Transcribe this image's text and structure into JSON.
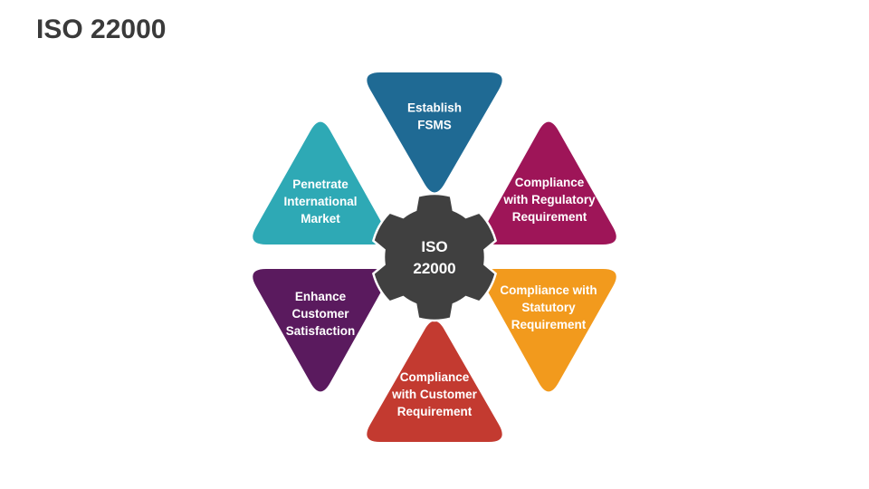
{
  "slide": {
    "title": "ISO 22000"
  },
  "center": {
    "lines": [
      "ISO",
      "22000"
    ],
    "color": "#404040"
  },
  "segments": [
    {
      "id": "establish-fsms",
      "lines": [
        "Establish",
        "FSMS"
      ],
      "color": "#1f6a94"
    },
    {
      "id": "compliance-regulatory",
      "lines": [
        "Compliance",
        "with Regulatory",
        "Requirement"
      ],
      "color": "#9e1558"
    },
    {
      "id": "compliance-statutory",
      "lines": [
        "Compliance with",
        "Statutory",
        "Requirement"
      ],
      "color": "#f29a1d"
    },
    {
      "id": "compliance-customer",
      "lines": [
        "Compliance",
        "with Customer",
        "Requirement"
      ],
      "color": "#c33a30"
    },
    {
      "id": "enhance-customer-satisfaction",
      "lines": [
        "Enhance",
        "Customer",
        "Satisfaction"
      ],
      "color": "#5a1a5e"
    },
    {
      "id": "penetrate-international-market",
      "lines": [
        "Penetrate",
        "International",
        "Market"
      ],
      "color": "#2ea9b5"
    }
  ]
}
